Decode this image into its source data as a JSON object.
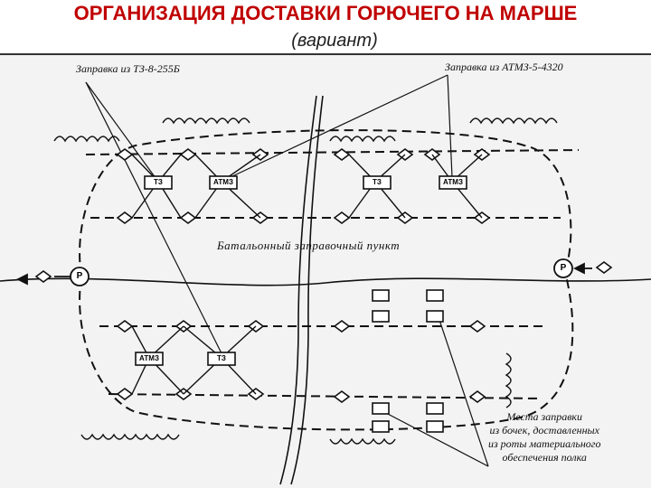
{
  "header": {
    "title": "ОРГАНИЗАЦИЯ ДОСТАВКИ ГОРЮЧЕГО НА МАРШЕ",
    "subtitle": "(вариант)"
  },
  "diagram": {
    "label_tz": "Заправка из ТЗ-8-255Б",
    "label_atmz": "Заправка из АТМЗ-5-4320",
    "label_center": "Батальонный заправочный пункт",
    "label_note_lines": [
      "Места заправки",
      "из бочек, доставленных",
      "из роты материального",
      "обеспечения полка"
    ],
    "vehicles": {
      "tz": "ТЗ",
      "atmz": "АТМЗ"
    },
    "regulator": "Р"
  },
  "colors": {
    "title": "#c00000",
    "ink": "#111111",
    "background": "#f3f3f3"
  }
}
